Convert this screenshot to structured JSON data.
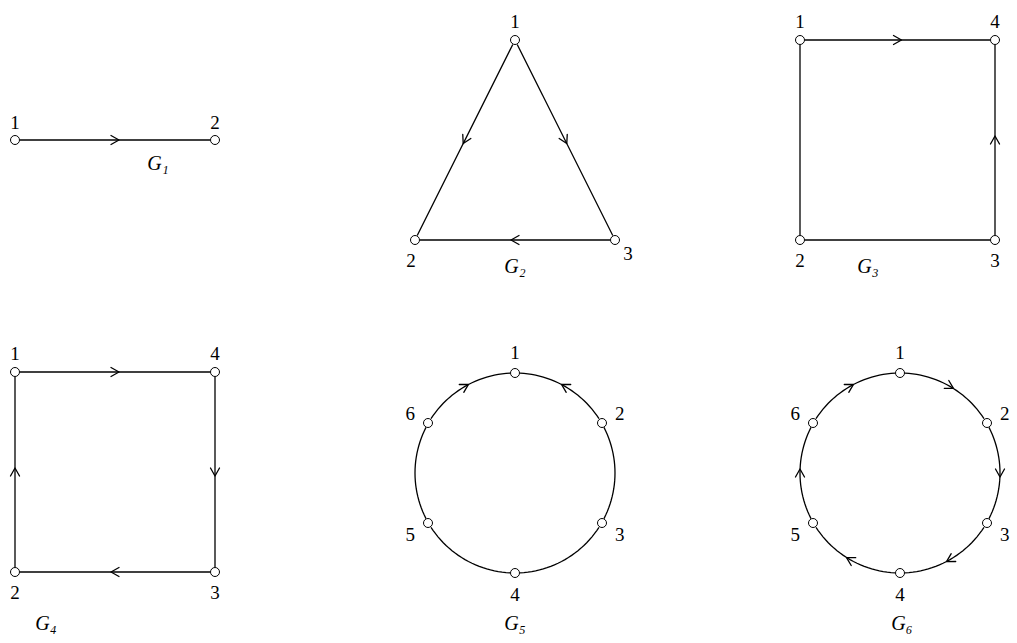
{
  "diagram": {
    "nodes": [
      {
        "text": [
          "1"
        ]
      },
      {
        "text": [
          "2"
        ]
      },
      {
        "text": [
          "1"
        ]
      },
      {
        "text": [
          "2"
        ]
      },
      {
        "text": [
          "3"
        ]
      },
      {
        "text": [
          "1"
        ]
      },
      {
        "text": [
          "4"
        ]
      },
      {
        "text": [
          "2"
        ]
      },
      {
        "text": [
          "3"
        ]
      },
      {
        "text": [
          "1"
        ]
      },
      {
        "text": [
          "4"
        ]
      },
      {
        "text": [
          "2"
        ]
      },
      {
        "text": [
          "3"
        ]
      },
      {
        "text": [
          "1"
        ]
      },
      {
        "text": [
          "2"
        ]
      },
      {
        "text": [
          "3"
        ]
      },
      {
        "text": [
          "4"
        ]
      },
      {
        "text": [
          "5"
        ]
      },
      {
        "text": [
          "6"
        ]
      },
      {
        "text": [
          "1"
        ]
      },
      {
        "text": [
          "2"
        ]
      },
      {
        "text": [
          "3"
        ]
      },
      {
        "text": [
          "4"
        ]
      },
      {
        "text": [
          "5"
        ]
      },
      {
        "text": [
          "6"
        ]
      }
    ],
    "edges": [
      {
        "from": 0,
        "to": 1,
        "arrow": "to"
      },
      {
        "from": 2,
        "to": 3,
        "arrow": "to"
      },
      {
        "from": 2,
        "to": 4,
        "arrow": "to"
      },
      {
        "from": 4,
        "to": 3,
        "arrow": "to"
      },
      {
        "from": 5,
        "to": 6,
        "arrow": "to"
      },
      {
        "from": 5,
        "to": 7,
        "arrow": "none"
      },
      {
        "from": 7,
        "to": 8,
        "arrow": "none"
      },
      {
        "from": 8,
        "to": 6,
        "arrow": "to"
      },
      {
        "from": 9,
        "to": 10,
        "arrow": "to"
      },
      {
        "from": 10,
        "to": 12,
        "arrow": "to"
      },
      {
        "from": 12,
        "to": 11,
        "arrow": "to"
      },
      {
        "from": 11,
        "to": 9,
        "arrow": "to"
      },
      {
        "from": 14,
        "to": 13,
        "arrow": "to"
      },
      {
        "from": 14,
        "to": 15,
        "arrow": "none"
      },
      {
        "from": 15,
        "to": 16,
        "arrow": "none"
      },
      {
        "from": 16,
        "to": 17,
        "arrow": "none"
      },
      {
        "from": 17,
        "to": 18,
        "arrow": "none"
      },
      {
        "from": 18,
        "to": 13,
        "arrow": "to"
      },
      {
        "from": 19,
        "to": 20,
        "arrow": "to"
      },
      {
        "from": 20,
        "to": 21,
        "arrow": "to"
      },
      {
        "from": 21,
        "to": 22,
        "arrow": "to"
      },
      {
        "from": 22,
        "to": 23,
        "arrow": "to"
      },
      {
        "from": 23,
        "to": 24,
        "arrow": "to"
      },
      {
        "from": 24,
        "to": 19,
        "arrow": "to"
      }
    ],
    "labels": [
      "G₁",
      "G₂",
      "G₃",
      "G₄",
      "G₅",
      "G₆"
    ]
  }
}
